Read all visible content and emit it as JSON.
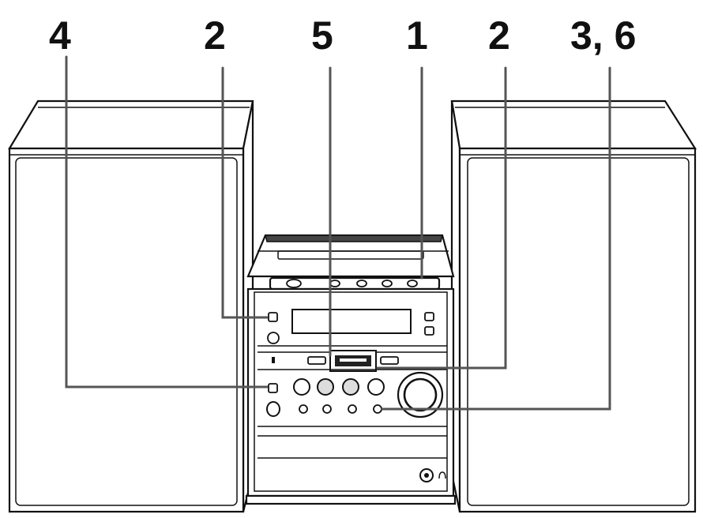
{
  "callouts": [
    {
      "id": "4",
      "label": "4"
    },
    {
      "id": "2a",
      "label": "2"
    },
    {
      "id": "5",
      "label": "5"
    },
    {
      "id": "1",
      "label": "1"
    },
    {
      "id": "2b",
      "label": "2"
    },
    {
      "id": "36",
      "label": "3, 6"
    }
  ]
}
